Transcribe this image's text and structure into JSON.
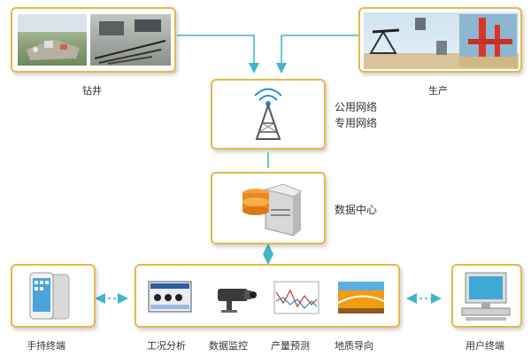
{
  "nodes": {
    "drilling": {
      "label": "钻井"
    },
    "production": {
      "label": "生产"
    },
    "network": {
      "public": "公用网络",
      "private": "专用网络"
    },
    "datacenter": {
      "label": "数据中心"
    },
    "handheld": {
      "label": "手持终端"
    },
    "user": {
      "label": "用户终端"
    }
  },
  "apps": [
    {
      "label": "工况分析"
    },
    {
      "label": "数据监控"
    },
    {
      "label": "产量预测"
    },
    {
      "label": "地质导向"
    }
  ],
  "colors": {
    "border": "#e6b84a",
    "connector": "#3fb6c9"
  }
}
